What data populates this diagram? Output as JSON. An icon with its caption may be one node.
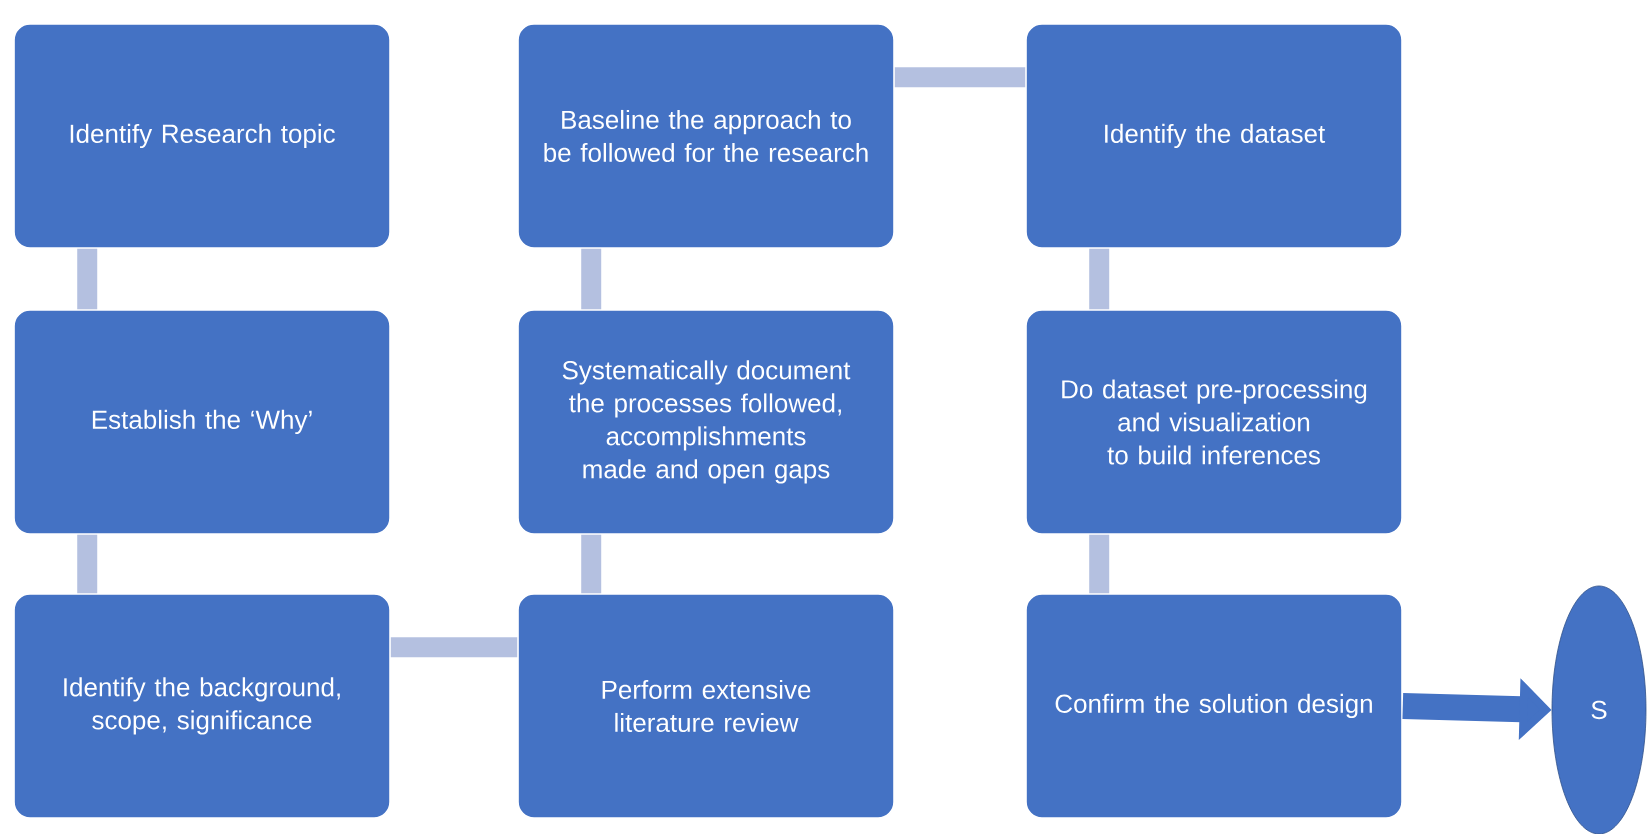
{
  "diagram": {
    "nodes": [
      {
        "text": [
          "Identify Research topic"
        ]
      },
      {
        "text": [
          "Baseline the approach to be followed for the research"
        ]
      },
      {
        "text": [
          "Identify the dataset"
        ]
      },
      {
        "text": [
          "Establish the ‘Why’"
        ]
      },
      {
        "text": [
          "Systematically document the processes followed, accomplishments made and open gaps"
        ]
      },
      {
        "text": [
          "Do dataset pre-processing and visualization to build inferences"
        ]
      },
      {
        "text": [
          "Identify the background, scope, significance"
        ]
      },
      {
        "text": [
          "Perform extensive literature review"
        ]
      },
      {
        "text": [
          "Confirm the solution design"
        ]
      },
      {
        "text": [
          "S"
        ]
      }
    ],
    "edges": [
      {
        "from": 0,
        "to": 3,
        "arrow": "none"
      },
      {
        "from": 3,
        "to": 6,
        "arrow": "none"
      },
      {
        "from": 6,
        "to": 7,
        "arrow": "none"
      },
      {
        "from": 7,
        "to": 4,
        "arrow": "none"
      },
      {
        "from": 4,
        "to": 1,
        "arrow": "none"
      },
      {
        "from": 1,
        "to": 2,
        "arrow": "none"
      },
      {
        "from": 2,
        "to": 5,
        "arrow": "none"
      },
      {
        "from": 5,
        "to": 8,
        "arrow": "none"
      },
      {
        "from": 8,
        "to": 9,
        "arrow": "to",
        "color": "#4472c4"
      }
    ]
  }
}
